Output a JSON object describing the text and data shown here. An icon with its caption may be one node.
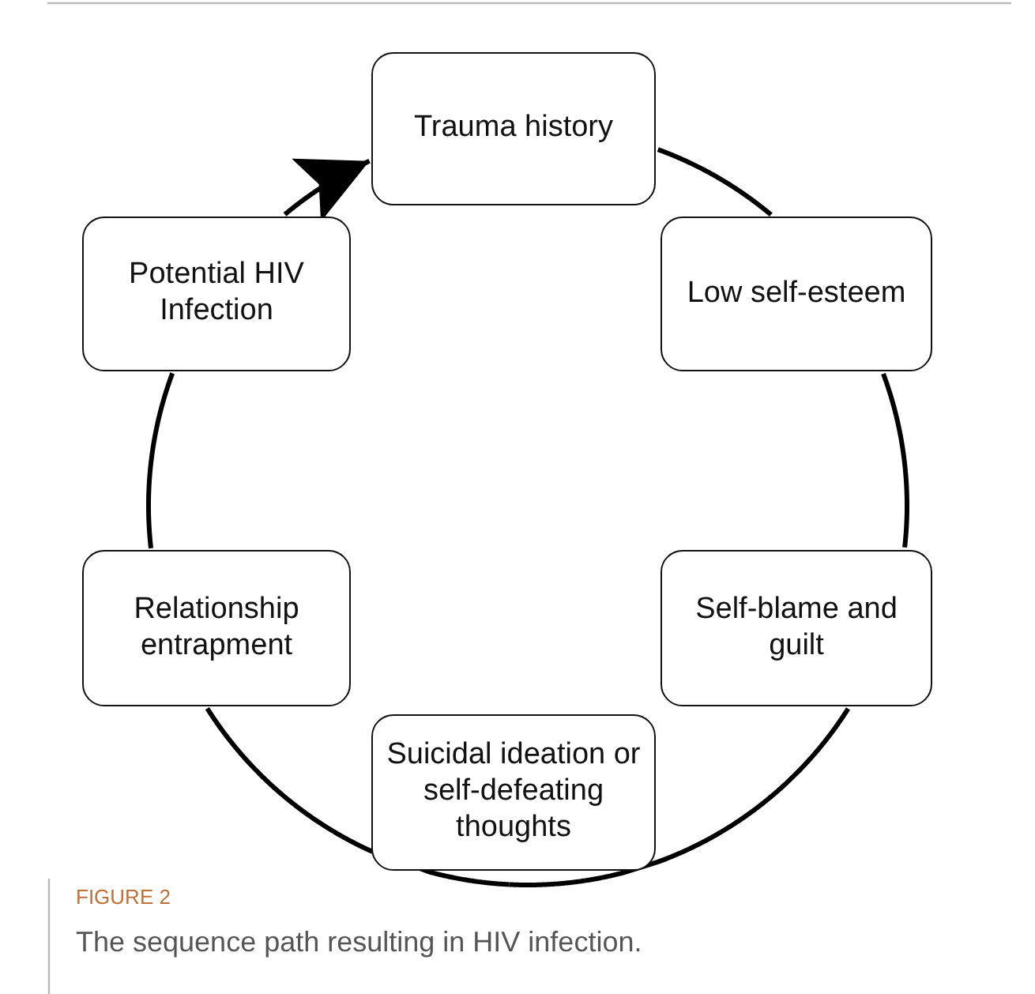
{
  "diagram": {
    "caption": "The sequence path resulting in HIV infection.",
    "nodes": [
      {
        "text": [
          "Trauma history"
        ]
      },
      {
        "text": [
          "Low self-esteem"
        ]
      },
      {
        "text": [
          "Self-blame and guilt"
        ]
      },
      {
        "text": [
          "Suicidal ideation or self-defeating thoughts"
        ]
      },
      {
        "text": [
          "Relationship entrapment"
        ]
      },
      {
        "text": [
          "Potential HIV Infection"
        ]
      }
    ],
    "edges": [
      {
        "from": 0,
        "to": 1,
        "arrow": "none"
      },
      {
        "from": 1,
        "to": 2,
        "arrow": "none"
      },
      {
        "from": 2,
        "to": 3,
        "arrow": "none"
      },
      {
        "from": 3,
        "to": 4,
        "arrow": "none"
      },
      {
        "from": 4,
        "to": 5,
        "arrow": "none"
      },
      {
        "from": 5,
        "to": 0,
        "arrow": "to"
      }
    ],
    "labels": [
      "FIGURE 2"
    ]
  }
}
